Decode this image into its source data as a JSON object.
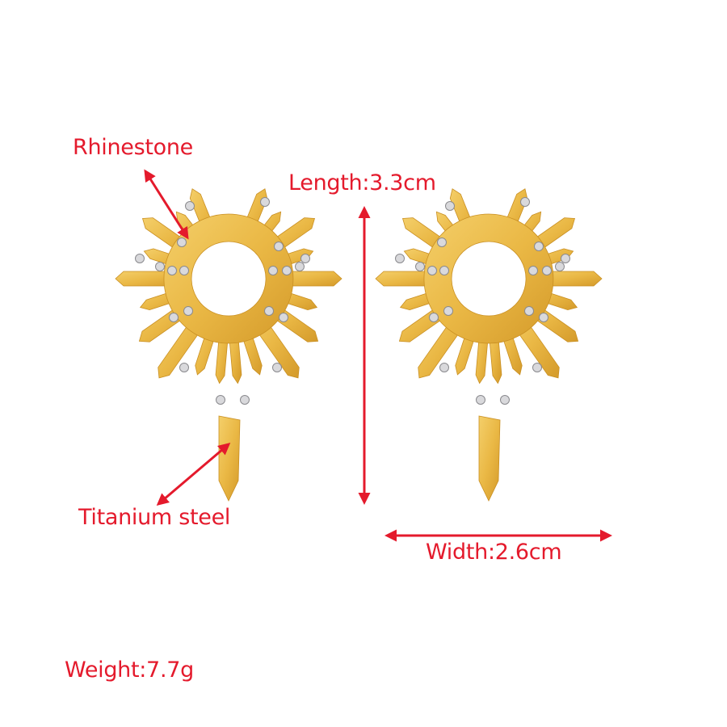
{
  "labels": {
    "rhinestone": "Rhinestone",
    "length": "Length:3.3cm",
    "titanium": "Titanium steel",
    "width": "Width:2.6cm",
    "weight": "Weight:7.7g"
  },
  "colors": {
    "annotation": "#e41a2c",
    "gold": "#eab845",
    "gold_dark": "#c98f22",
    "stone": "#d9d9dc"
  }
}
